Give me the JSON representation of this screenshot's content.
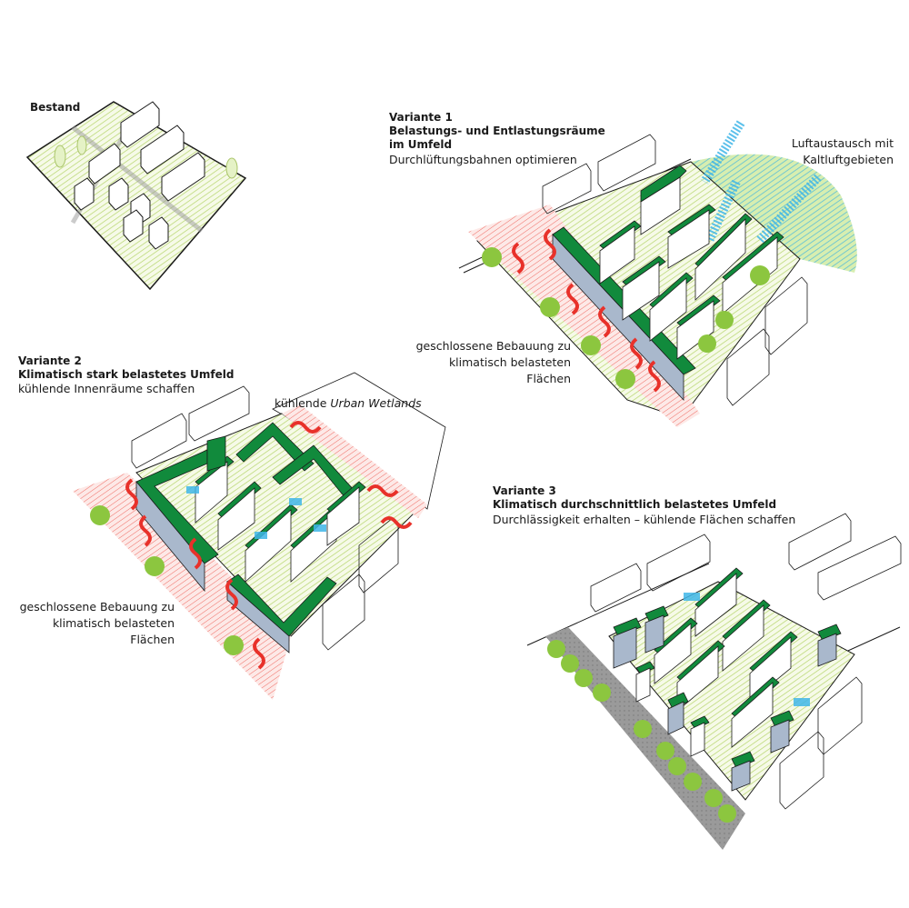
{
  "bestand": {
    "title": "Bestand"
  },
  "variante1": {
    "title": "Variante 1",
    "subtitle_line1": "Belastungs- und Entlastungsräume",
    "subtitle_line2": "im Umfeld",
    "description": "Durchlüftungsbahnen optimieren",
    "label_air_line1": "Luftaustausch mit",
    "label_air_line2": "Kaltluftgebieten",
    "label_closed_line1": "geschlossene Bebauung zu",
    "label_closed_line2": "klimatisch belasteten",
    "label_closed_line3": "Flächen"
  },
  "variante2": {
    "title": "Variante 2",
    "subtitle": "Klimatisch stark belastetes Umfeld",
    "description": "kühlende Innenräume schaffen",
    "label_wetlands_prefix": "kühlende",
    "label_wetlands_italic": "Urban Wetlands",
    "label_closed_line1": "geschlossene Bebauung zu",
    "label_closed_line2": "klimatisch belasteten",
    "label_closed_line3": "Flächen"
  },
  "variante3": {
    "title": "Variante 3",
    "subtitle": "Klimatisch durchschnittlich belastetes Umfeld",
    "description": "Durchlässigkeit erhalten – kühlende Flächen schaffen"
  },
  "colors": {
    "roof_green": "#118a3c",
    "tree_green": "#8cc63f",
    "hatch_green": "#b5d56a",
    "hot_red": "#e8312a",
    "cool_blue": "#3fb6e8",
    "facade_blue": "#a9b8cc"
  }
}
